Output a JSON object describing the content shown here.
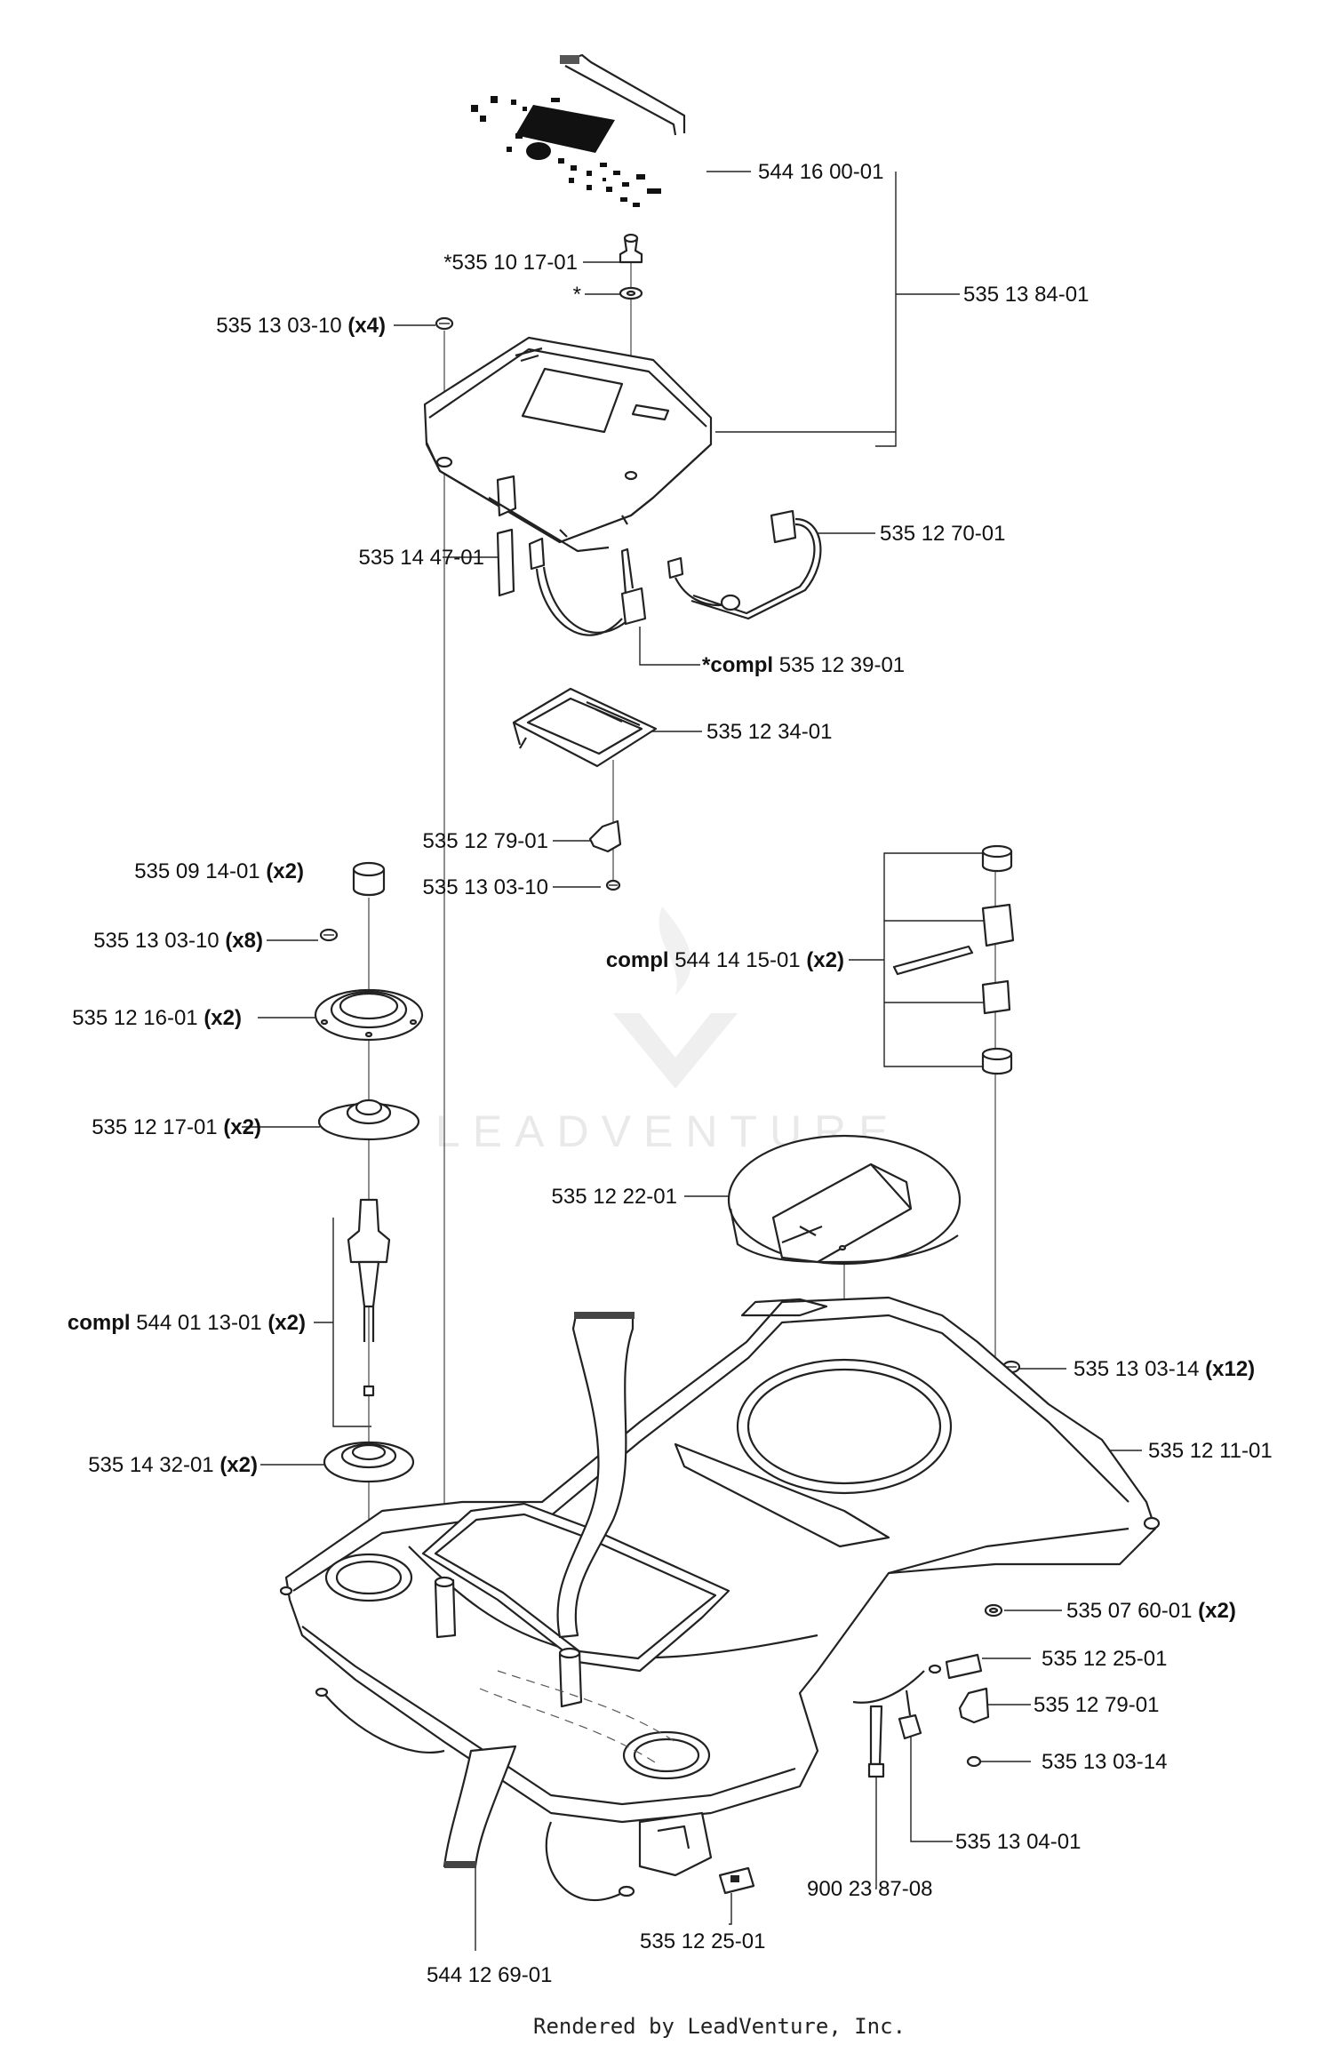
{
  "diagram": {
    "callouts": [
      {
        "id": "c01",
        "prefix": "",
        "code": "544 16 00-01",
        "suffix": ""
      },
      {
        "id": "c02",
        "prefix": "",
        "code": "*535 10 17-01",
        "suffix": ""
      },
      {
        "id": "c03",
        "prefix": "",
        "code": "*",
        "suffix": ""
      },
      {
        "id": "c04",
        "prefix": "",
        "code": "535 13 84-01",
        "suffix": ""
      },
      {
        "id": "c05",
        "prefix": "",
        "code": "535 13 03-10 ",
        "suffix": "(x4)"
      },
      {
        "id": "c06",
        "prefix": "",
        "code": "535 14 47-01",
        "suffix": ""
      },
      {
        "id": "c07",
        "prefix": "",
        "code": "535 12 70-01",
        "suffix": ""
      },
      {
        "id": "c08",
        "prefix": "*compl ",
        "code": "535 12 39-01",
        "suffix": ""
      },
      {
        "id": "c09",
        "prefix": "",
        "code": "535 12 34-01",
        "suffix": ""
      },
      {
        "id": "c10",
        "prefix": "",
        "code": "535 12 79-01",
        "suffix": ""
      },
      {
        "id": "c11",
        "prefix": "",
        "code": "535 13 03-10",
        "suffix": ""
      },
      {
        "id": "c12",
        "prefix": "",
        "code": "535 09 14-01 ",
        "suffix": "(x2)"
      },
      {
        "id": "c13",
        "prefix": "",
        "code": "535 13 03-10 ",
        "suffix": "(x8)"
      },
      {
        "id": "c14",
        "prefix": "",
        "code": "535 12 16-01 ",
        "suffix": "(x2)"
      },
      {
        "id": "c15",
        "prefix": "compl ",
        "code": "544 14 15-01 ",
        "suffix": "(x2)"
      },
      {
        "id": "c16",
        "prefix": "",
        "code": "535 12 17-01 ",
        "suffix": "(x2)"
      },
      {
        "id": "c17",
        "prefix": "",
        "code": "535 12 22-01",
        "suffix": ""
      },
      {
        "id": "c18",
        "prefix": "compl ",
        "code": "544 01 13-01 ",
        "suffix": "(x2)"
      },
      {
        "id": "c19",
        "prefix": "",
        "code": "535 13 03-14 ",
        "suffix": "(x12)"
      },
      {
        "id": "c20",
        "prefix": "",
        "code": "535 14 32-01 ",
        "suffix": "(x2)"
      },
      {
        "id": "c21",
        "prefix": "",
        "code": "535 12 11-01",
        "suffix": ""
      },
      {
        "id": "c22",
        "prefix": "",
        "code": "535 07 60-01 ",
        "suffix": "(x2)"
      },
      {
        "id": "c23",
        "prefix": "",
        "code": "535 12 25-01",
        "suffix": ""
      },
      {
        "id": "c24",
        "prefix": "",
        "code": "535 12 79-01",
        "suffix": ""
      },
      {
        "id": "c25",
        "prefix": "",
        "code": "535 13 03-14",
        "suffix": ""
      },
      {
        "id": "c26",
        "prefix": "",
        "code": "535 13 04-01",
        "suffix": ""
      },
      {
        "id": "c27",
        "prefix": "",
        "code": "900 23 87-08",
        "suffix": ""
      },
      {
        "id": "c28",
        "prefix": "",
        "code": "535 12 25-01",
        "suffix": ""
      },
      {
        "id": "c29",
        "prefix": "",
        "code": "544 12 69-01",
        "suffix": ""
      }
    ],
    "watermark": "LEADVENTURE",
    "footer": "Rendered by LeadVenture, Inc."
  }
}
